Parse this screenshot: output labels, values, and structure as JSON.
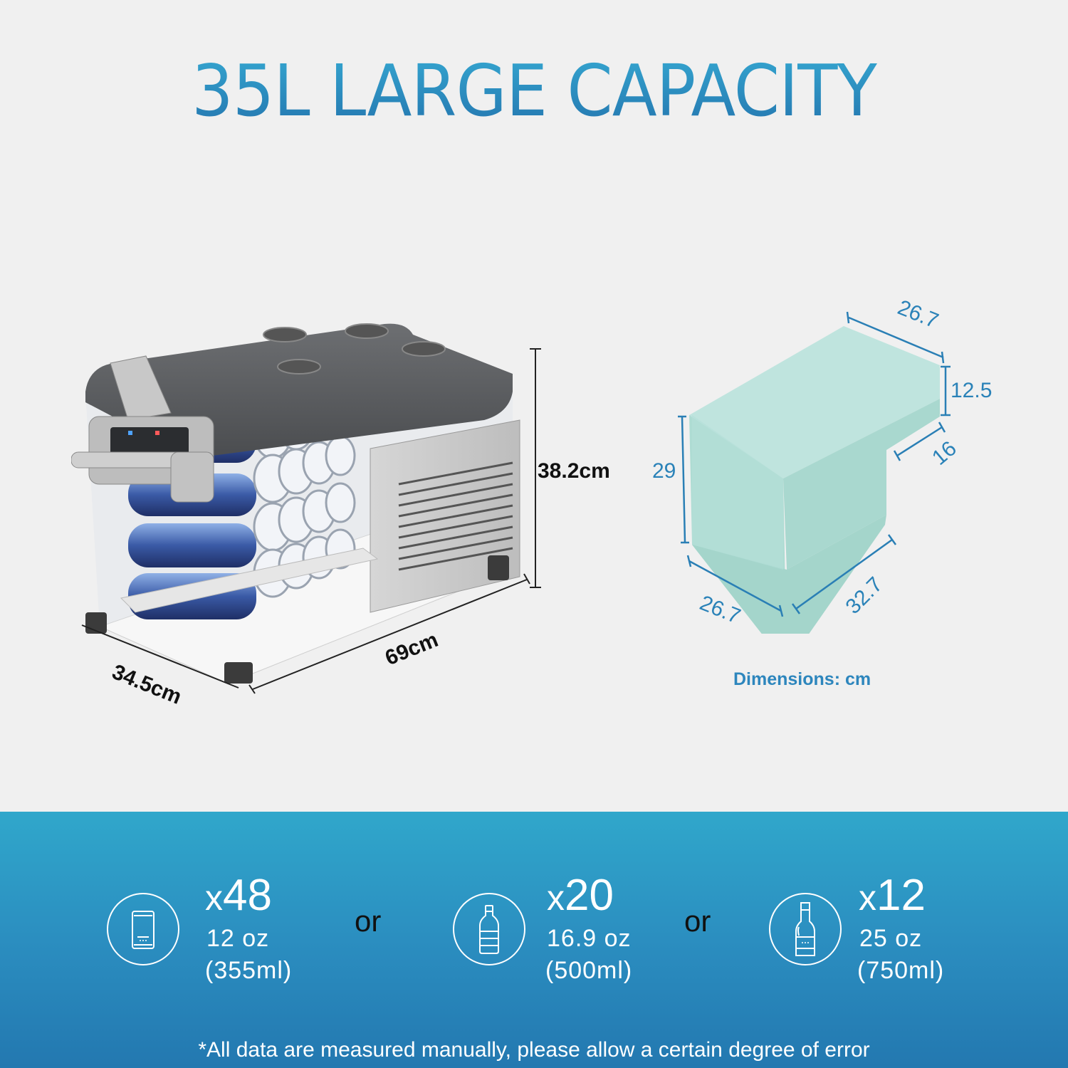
{
  "title": "35L LARGE CAPACITY",
  "product_dimensions": {
    "height": "38.2cm",
    "length": "69cm",
    "depth": "34.5cm"
  },
  "interior_dimensions": {
    "top_width": "26.7",
    "step_height": "12.5",
    "step_depth": "16",
    "total_height": "29",
    "bottom_width": "26.7",
    "bottom_length": "32.7",
    "unit_label": "Dimensions: cm",
    "fill_color": "#a9dcd4"
  },
  "capacity": {
    "items": [
      {
        "icon": "can-icon",
        "qty_prefix": "x",
        "qty": "48",
        "size_oz": "12 oz",
        "size_ml": "(355ml)"
      },
      {
        "icon": "water-bottle-icon",
        "qty_prefix": "x",
        "qty": "20",
        "size_oz": "16.9 oz",
        "size_ml": "(500ml)"
      },
      {
        "icon": "wine-bottle-icon",
        "qty_prefix": "x",
        "qty": "12",
        "size_oz": "25 oz",
        "size_ml": "(750ml)"
      }
    ],
    "separator": "or",
    "band_color_top": "#30a7cb",
    "band_color_bottom": "#2378b0"
  },
  "footnote": "*All data are measured manually, please allow a certain degree of error"
}
